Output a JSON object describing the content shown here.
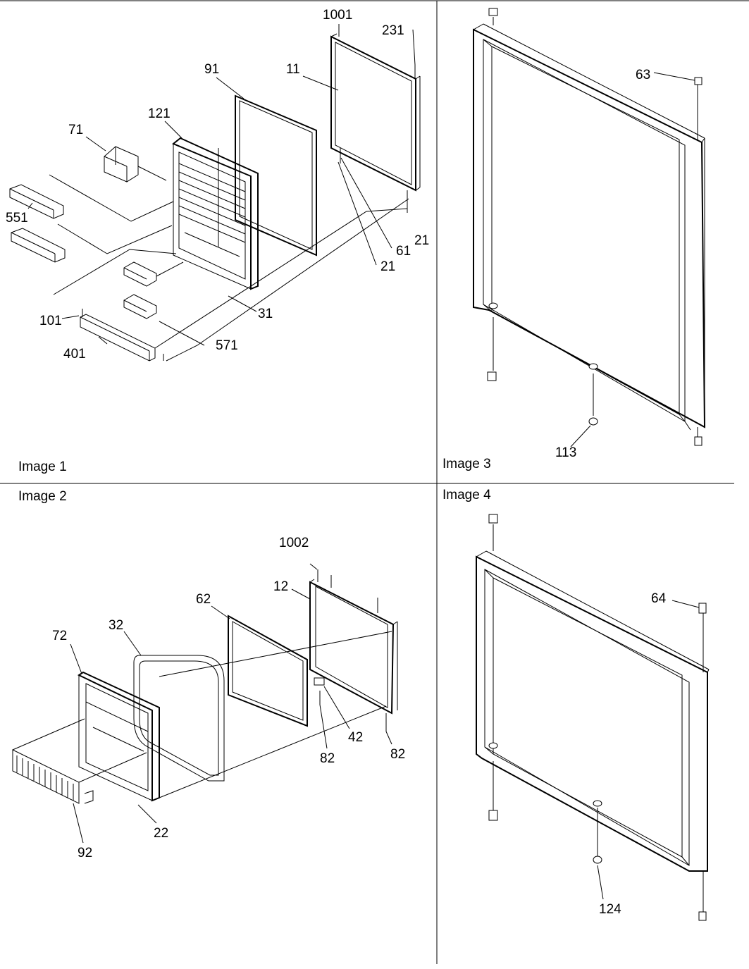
{
  "panels": {
    "image1": {
      "caption": "Image 1",
      "callouts": [
        "1001",
        "231",
        "91",
        "11",
        "121",
        "71",
        "551",
        "61",
        "21",
        "21",
        "101",
        "31",
        "401",
        "571"
      ]
    },
    "image2": {
      "caption": "Image 2",
      "callouts": [
        "1002",
        "12",
        "62",
        "32",
        "72",
        "42",
        "82",
        "82",
        "22",
        "92"
      ]
    },
    "image3": {
      "caption": "Image 3",
      "callouts": [
        "63",
        "113"
      ]
    },
    "image4": {
      "caption": "Image 4",
      "callouts": [
        "64",
        "124"
      ]
    }
  }
}
